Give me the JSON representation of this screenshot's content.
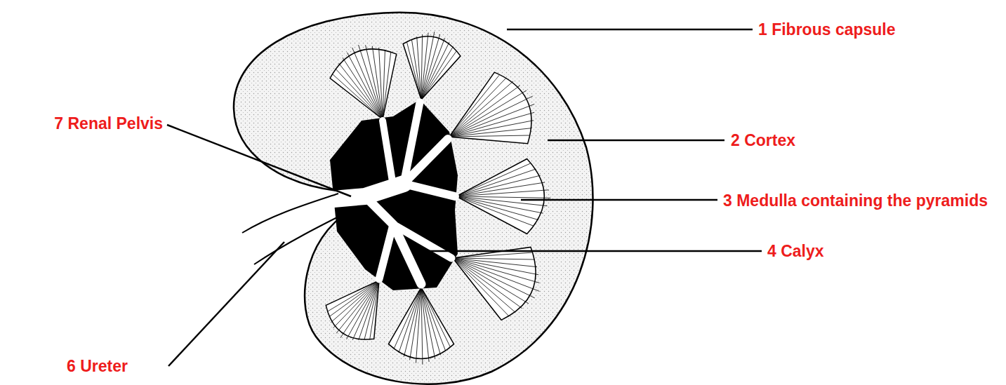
{
  "diagram": {
    "labels": [
      "1 Fibrous capsule",
      "7 Renal Pelvis",
      "2 Cortex",
      "3 Medulla containing the pyramids",
      "4 Calyx",
      "6 Ureter"
    ]
  }
}
